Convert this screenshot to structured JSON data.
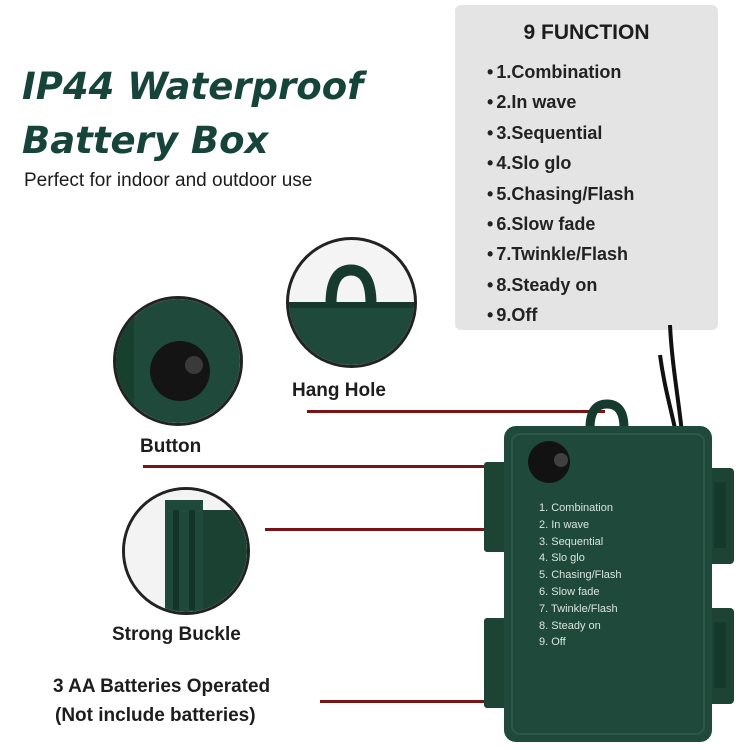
{
  "header": {
    "title_line1": "IP44 Waterproof",
    "title_line2": "Battery Box",
    "subtitle": "Perfect for indoor and outdoor use"
  },
  "function_panel": {
    "title": "9 FUNCTION",
    "items": [
      "1.Combination",
      "2.In wave",
      "3.Sequential",
      "4.Slo glo",
      "5.Chasing/Flash",
      "6.Slow fade",
      "7.Twinkle/Flash",
      "8.Steady on",
      "9.Off"
    ]
  },
  "callouts": {
    "hang_hole": "Hang Hole",
    "button": "Button",
    "strong_buckle": "Strong Buckle",
    "batteries_line1": "3 AA Batteries Operated",
    "batteries_line2": "(Not include batteries)"
  },
  "box_label": {
    "items": [
      "1. Combination",
      "2. In wave",
      "3. Sequential",
      "4. Slo glo",
      "5. Chasing/Flash",
      "6. Slow fade",
      "7. Twinkle/Flash",
      "8. Steady on",
      "9. Off"
    ]
  },
  "colors": {
    "title_green": "#17443a",
    "box_green": "#1f4a3b",
    "panel_bg": "#e4e4e4",
    "callout_line": "#7a1414"
  }
}
